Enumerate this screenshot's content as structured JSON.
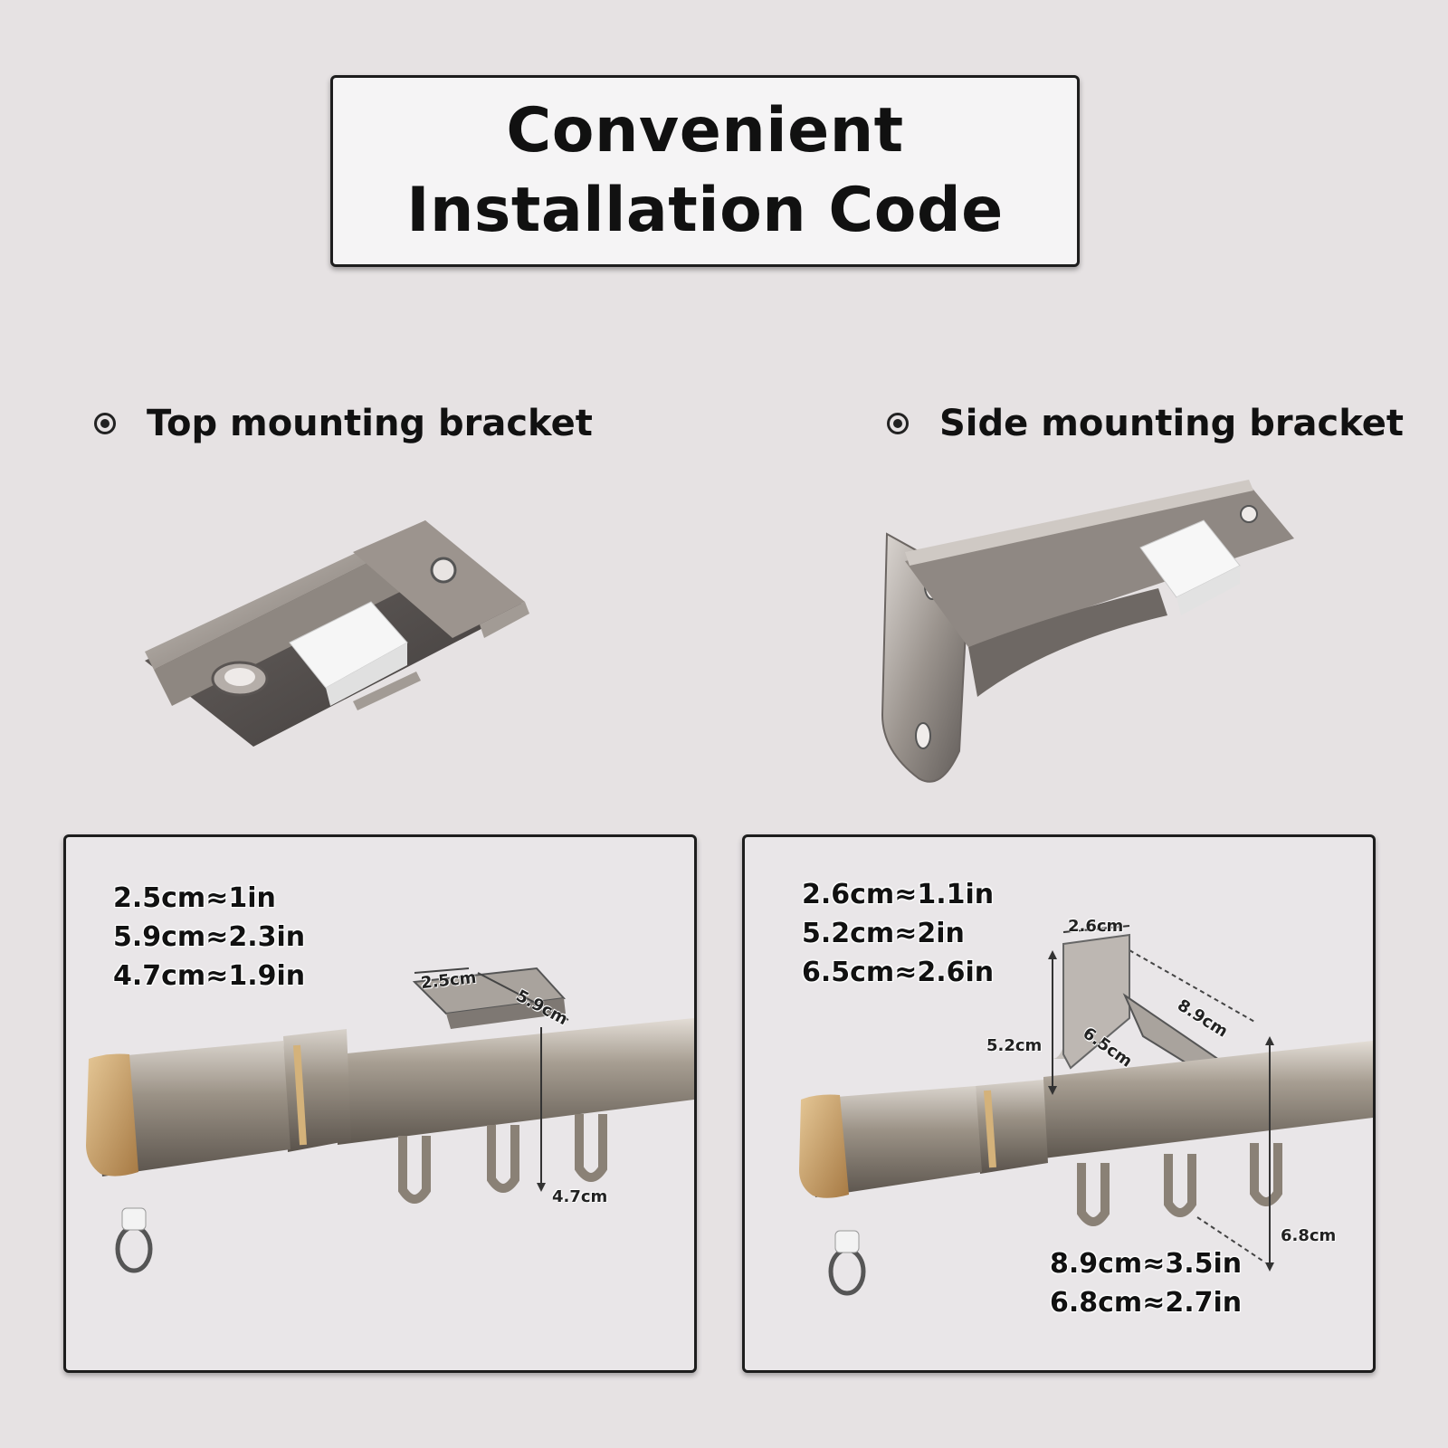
{
  "title": {
    "line1": "Convenient",
    "line2": "Installation Code"
  },
  "sections": {
    "top": {
      "heading": "Top mounting bracket",
      "specs": [
        "2.5cm≈1in",
        "5.9cm≈2.3in",
        "4.7cm≈1.9in"
      ],
      "dimensions": {
        "width": "2.5cm",
        "length": "5.9cm",
        "drop": "4.7cm"
      }
    },
    "side": {
      "heading": "Side mounting bracket",
      "specs": [
        "2.6cm≈1.1in",
        "5.2cm≈2in",
        "6.5cm≈2.6in"
      ],
      "specs_bottom": [
        "8.9cm≈3.5in",
        "6.8cm≈2.7in"
      ],
      "dimensions": {
        "width": "2.6cm",
        "height": "5.2cm",
        "depth": "6.5cm",
        "length": "8.9cm",
        "drop": "6.8cm"
      }
    }
  },
  "colors": {
    "background": "#e6e2e3",
    "border": "#1d1d1d",
    "rod": "#9a9080",
    "finial_gold": "#c29a5e",
    "bracket_steel": "#8a8480"
  },
  "icons": [
    "radio-bullet-icon",
    "radio-bullet-icon"
  ]
}
